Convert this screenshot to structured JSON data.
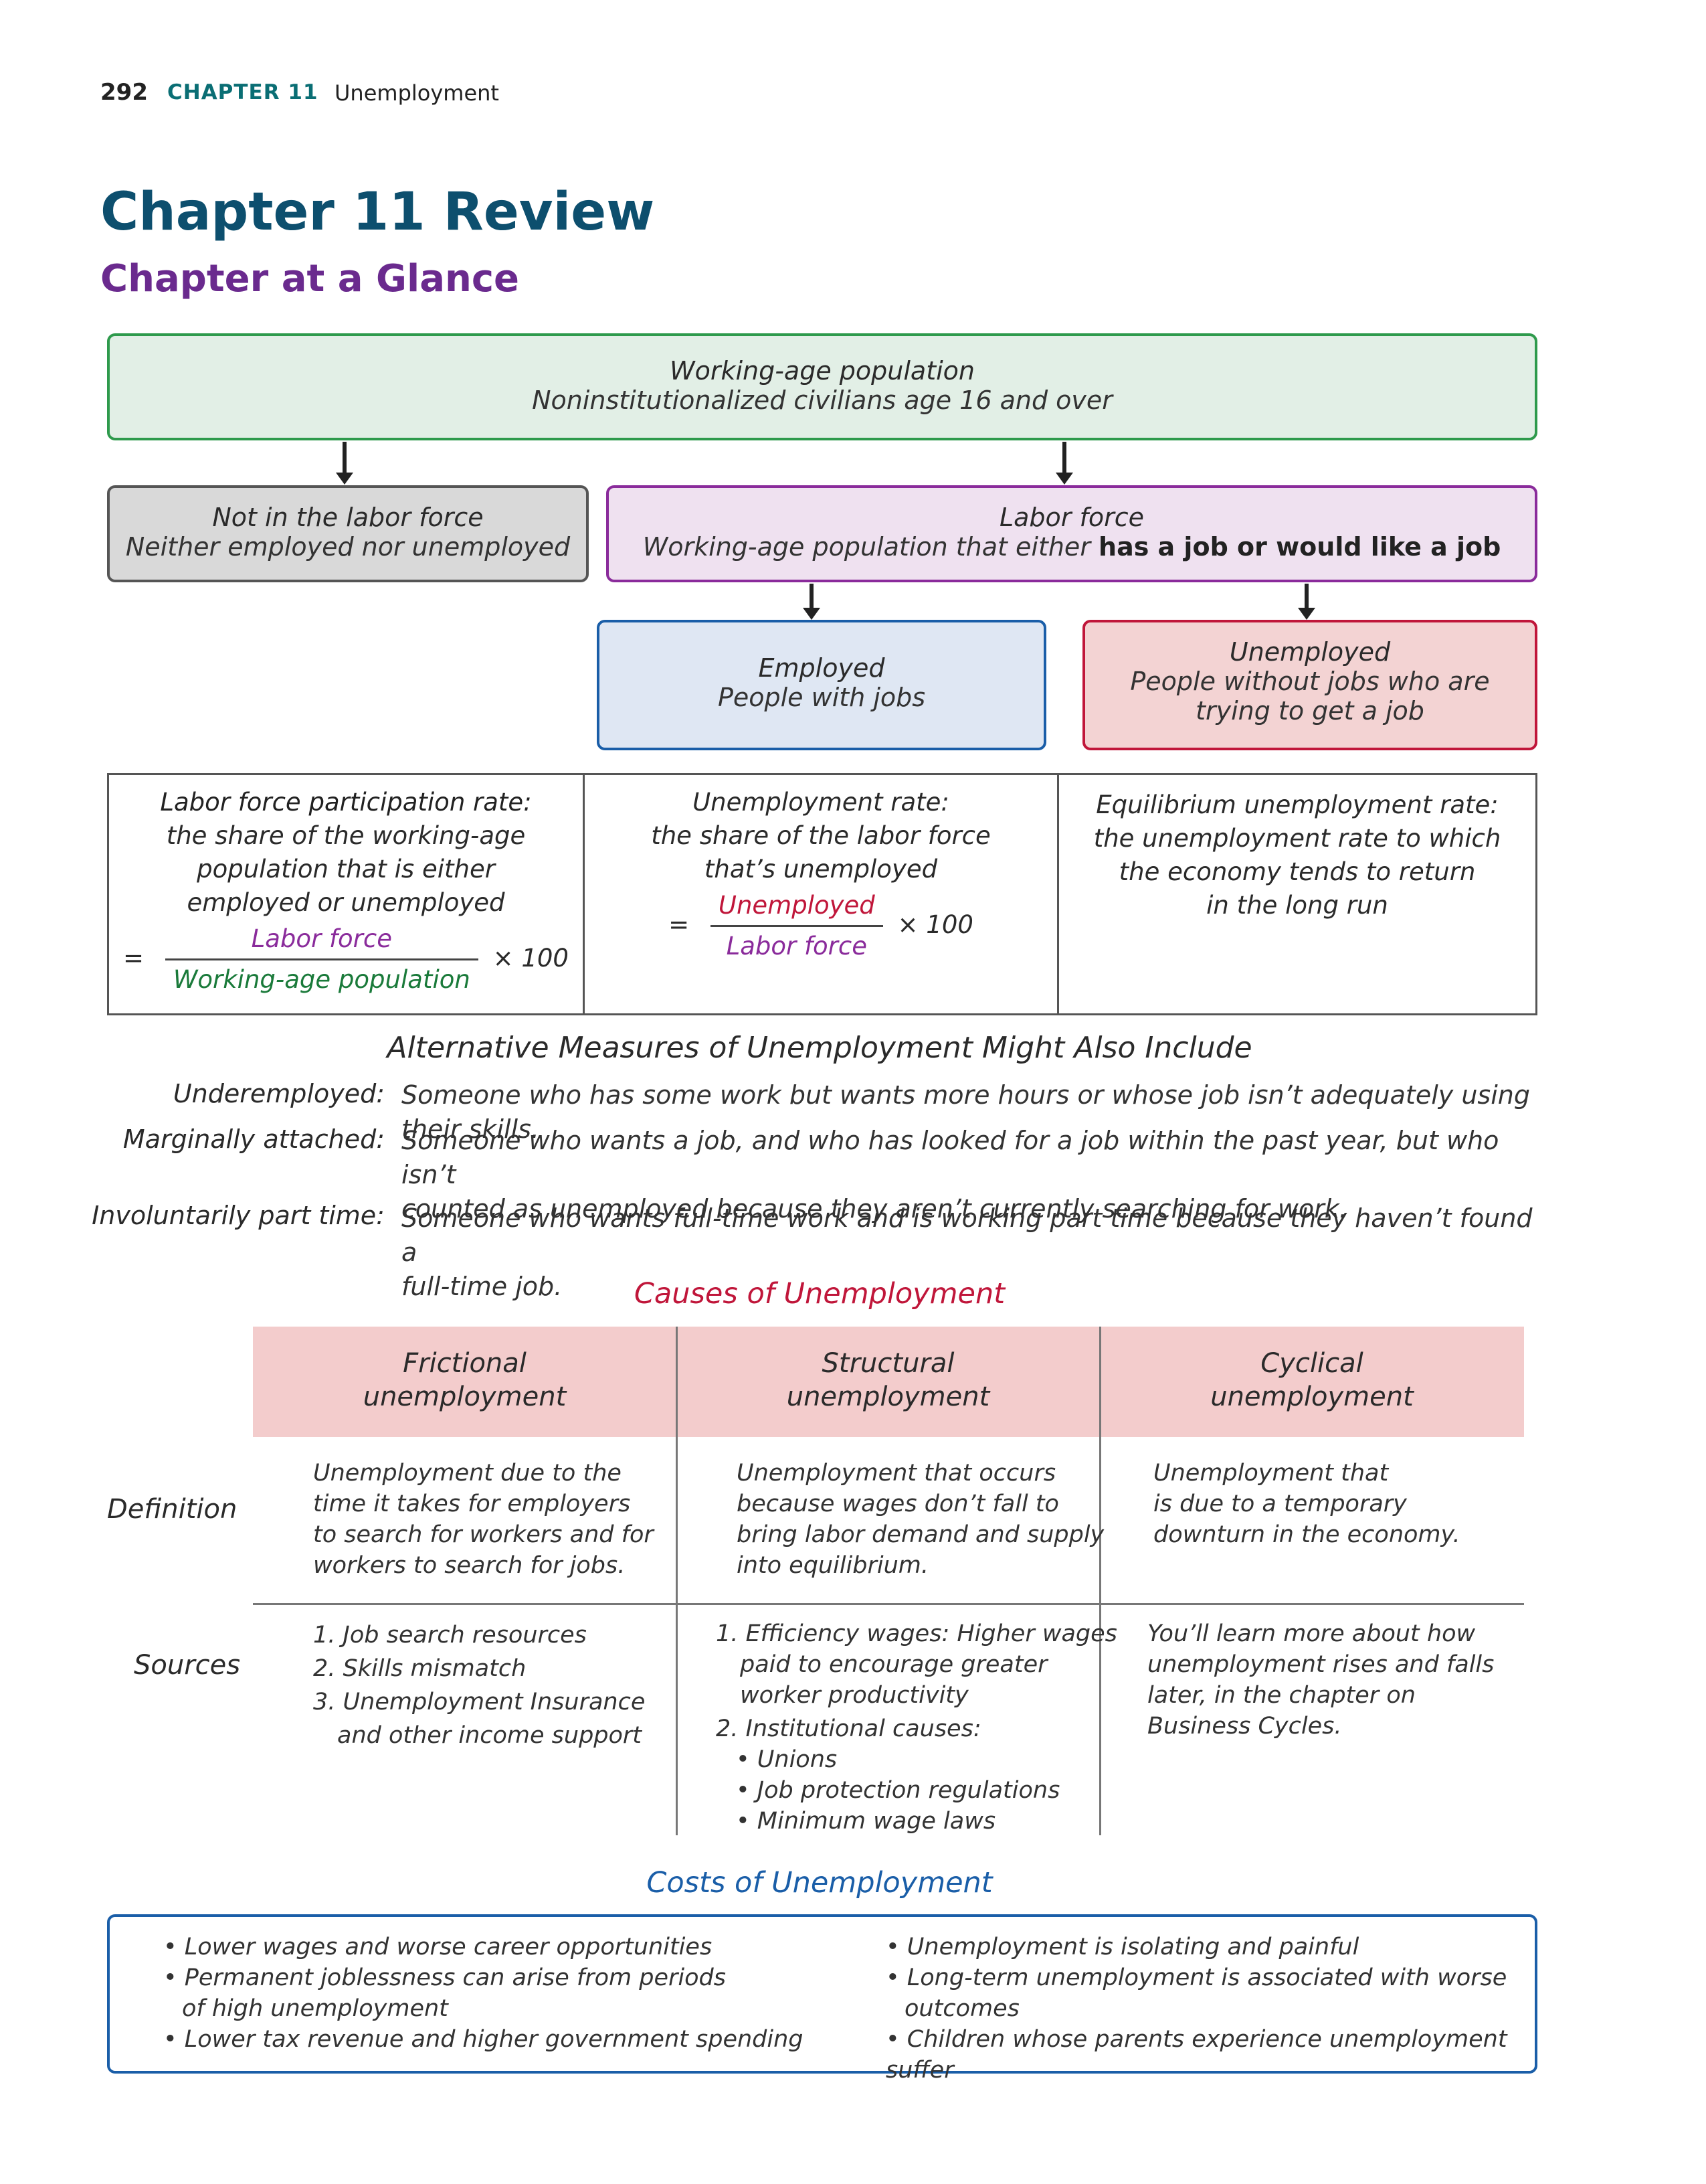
{
  "header": {
    "page_number": "292",
    "chapter": "CHAPTER 11",
    "chapter_title": "Unemployment"
  },
  "title": "Chapter 11 Review",
  "subtitle": "Chapter at a Glance",
  "flow": {
    "working_age": {
      "title": "Working-age population",
      "desc": "Noninstitutionalized civilians age 16 and over"
    },
    "not_in_labor_force": {
      "title": "Not in the labor force",
      "desc": "Neither employed nor unemployed"
    },
    "labor_force": {
      "title": "Labor force",
      "desc_plain": "Working-age population that either ",
      "desc_bold": "has a job or would like a job"
    },
    "employed": {
      "title": "Employed",
      "desc": "People with jobs"
    },
    "unemployed": {
      "title": "Unemployed",
      "desc_line1": "People without jobs who are",
      "desc_line2": "trying to get a job"
    }
  },
  "rates": {
    "participation": {
      "title": "Labor force participation rate:",
      "line1": "the share of the working-age",
      "line2": "population that is either",
      "line3": "employed or unemployed",
      "eq": "=",
      "numerator": "Labor force",
      "denominator": "Working-age population",
      "times": "× 100"
    },
    "unemployment": {
      "title": "Unemployment rate:",
      "line1": "the share of the labor force",
      "line2": "that’s unemployed",
      "eq": "=",
      "numerator": "Unemployed",
      "denominator": "Labor force",
      "times": "× 100"
    },
    "equilibrium": {
      "title": "Equilibrium unemployment rate:",
      "line1": "the unemployment rate to which",
      "line2": "the economy tends to return",
      "line3": "in the long run"
    }
  },
  "alternative": {
    "title": "Alternative Measures of Unemployment Might Also Include",
    "items": [
      {
        "term": "Underemployed:",
        "def1": "Someone who has some work but wants more hours or whose job isn’t adequately using their skills.",
        "def2": ""
      },
      {
        "term": "Marginally attached:",
        "def1": "Someone who wants a job, and who has looked for a job within the past year, but who isn’t",
        "def2": "counted as unemployed because they aren’t currently searching for work."
      },
      {
        "term": "Involuntarily part time:",
        "def1": "Someone who wants full-time work and is working part time because they haven’t found a",
        "def2": "full-time job."
      }
    ]
  },
  "causes": {
    "title": "Causes of Unemployment",
    "headers": [
      {
        "l1": "Frictional",
        "l2": "unemployment"
      },
      {
        "l1": "Structural",
        "l2": "unemployment"
      },
      {
        "l1": "Cyclical",
        "l2": "unemployment"
      }
    ],
    "row_labels": {
      "definition": "Definition",
      "sources": "Sources"
    },
    "definitions": [
      [
        "Unemployment due to the",
        "time it takes for employers",
        "to search for workers and for",
        "workers to search for jobs."
      ],
      [
        "Unemployment that occurs",
        "because wages don’t fall to",
        "bring labor demand and supply",
        "into equilibrium."
      ],
      [
        "Unemployment that",
        "is due to a temporary",
        "downturn in the economy."
      ]
    ],
    "sources_frictional": [
      "1. Job search resources",
      "2. Skills mismatch",
      "3. Unemployment Insurance",
      "and other income support"
    ],
    "sources_structural": [
      "1. Efficiency wages: Higher wages",
      "paid to encourage greater",
      "worker productivity",
      "2. Institutional causes:",
      "• Unions",
      "• Job protection regulations",
      "• Minimum wage laws"
    ],
    "sources_cyclical": [
      "You’ll learn more about how",
      "unemployment rises and falls",
      "later, in the chapter on",
      "Business Cycles."
    ]
  },
  "costs": {
    "title": "Costs of Unemployment",
    "left": [
      "• Lower wages and worse career opportunities",
      "• Permanent joblessness can arise from periods",
      "of high unemployment",
      "• Lower tax revenue and higher government spending"
    ],
    "right": [
      "• Unemployment is isolating and painful",
      "• Long-term unemployment is associated with worse",
      "outcomes",
      "• Children whose parents experience unemployment suffer"
    ]
  },
  "colors": {
    "teal": "#0d4f6e",
    "purple": "#6a2a8e",
    "green_box": "#e2efe6",
    "gray_box": "#d9d9d9",
    "lavender_box": "#efe1f0",
    "blue_box": "#dfe7f3",
    "pink_box": "#f3d3d3",
    "red": "#c0163a",
    "blue": "#1a5ea8"
  }
}
